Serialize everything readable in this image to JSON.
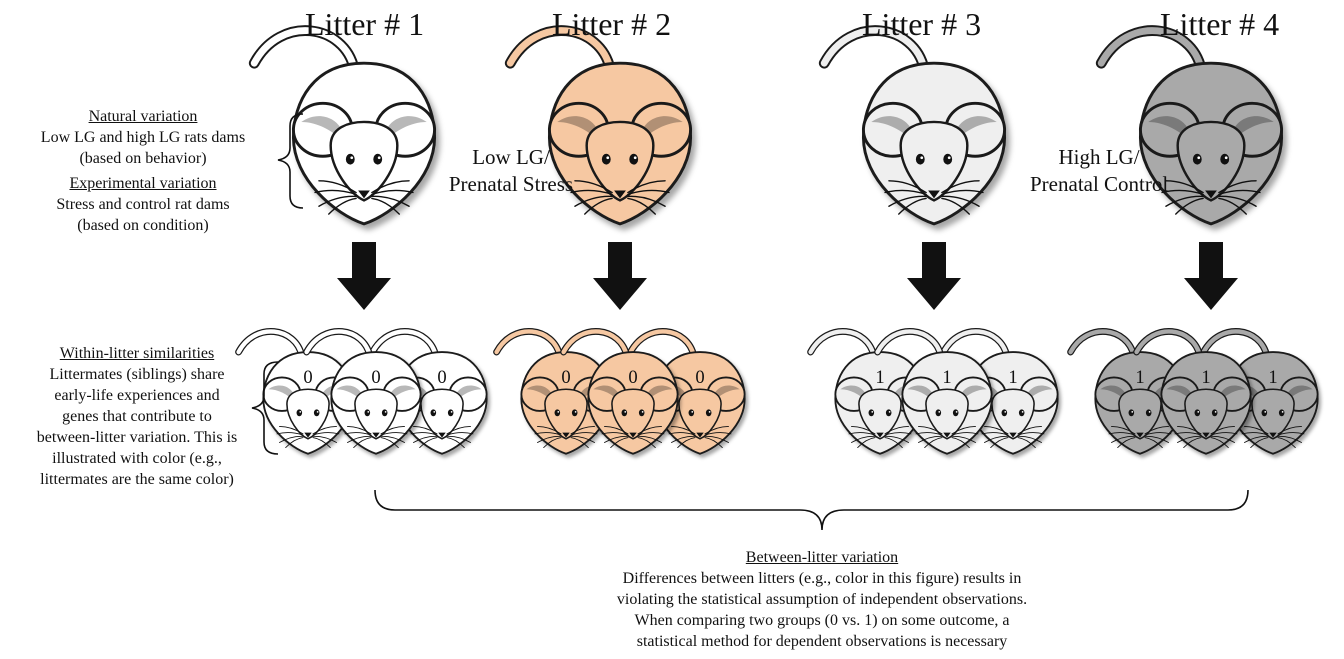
{
  "litters": [
    {
      "title": "Litter # 1",
      "color": "#ffffff",
      "pup_label": "0"
    },
    {
      "title": "Litter # 2",
      "color": "#f6c8a2",
      "pup_label": "0"
    },
    {
      "title": "Litter # 3",
      "color": "#efefef",
      "pup_label": "1"
    },
    {
      "title": "Litter # 4",
      "color": "#a9a9a9",
      "pup_label": "1"
    }
  ],
  "conditions": {
    "low": [
      "Low LG/",
      "Prenatal Stress"
    ],
    "high": [
      "High LG/",
      "Prenatal Control"
    ]
  },
  "left_notes": {
    "natural_heading": "Natural variation",
    "natural_lines": [
      "Low LG and high LG rats dams",
      "(based on behavior)"
    ],
    "experimental_heading": "Experimental variation",
    "experimental_lines": [
      "Stress and control rat dams",
      "(based on condition)"
    ],
    "within_heading": "Within-litter similarities",
    "within_lines": [
      "Littermates (siblings) share",
      "early-life experiences and",
      "genes that contribute to",
      "between-litter variation. This is",
      "illustrated with color (e.g.,",
      "littermates are the same color)"
    ]
  },
  "between": {
    "heading": "Between-litter variation",
    "lines": [
      "Differences between litters (e.g., color in this figure) results in",
      "violating the statistical assumption of independent observations.",
      "When comparing two groups (0 vs. 1) on some outcome, a",
      "statistical method for dependent observations is necessary"
    ]
  }
}
